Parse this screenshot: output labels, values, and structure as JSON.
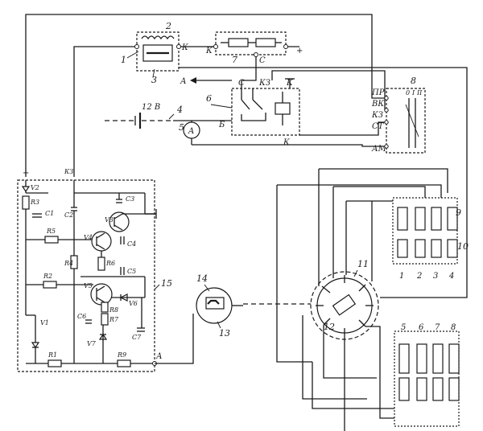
{
  "components": {
    "c1": "1",
    "c2": "2",
    "c3": "3",
    "c4": "4",
    "c5": "5",
    "c6": "6",
    "c7": "7",
    "c8": "8",
    "c9": "9",
    "c10": "10",
    "c11": "11",
    "c12": "12",
    "c13": "13",
    "c14": "14",
    "c15": "15"
  },
  "battery_label": "12 В",
  "terminals": {
    "k": "К",
    "plus": "+",
    "c": "С",
    "b": "Б",
    "a": "А",
    "kz": "КЗ",
    "pr": "ПР",
    "vk": "ВК",
    "st": "СТ",
    "am": "АМ",
    "zero": "0",
    "one": "I",
    "two": "II"
  },
  "switch_elements": {
    "v1": "V1",
    "v2": "V2",
    "v3": "V3",
    "v4": "V4",
    "v5": "V5",
    "v6": "V6",
    "v7": "V7",
    "r1": "R1",
    "r2": "R2",
    "r3": "R3",
    "r4": "R4",
    "r5": "R5",
    "r6": "R6",
    "r7": "R7",
    "r8": "R8",
    "r9": "R9",
    "c1": "C1",
    "c2": "C2",
    "c3": "C3",
    "c4": "C4",
    "c5": "C5",
    "c6": "C6",
    "c7": "C7"
  },
  "spark_plugs": [
    "1",
    "2",
    "3",
    "4",
    "5",
    "6",
    "7",
    "8"
  ]
}
